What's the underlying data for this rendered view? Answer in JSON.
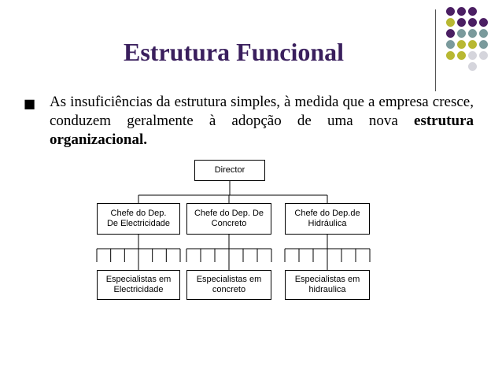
{
  "slide": {
    "title": "Estrutura Funcional",
    "paragraph_plain": "As insuficiências da estrutura simples, à medida que a empresa cresce, conduzem geralmente à adopção de uma nova ",
    "paragraph_bold": "estrutura organizacional."
  },
  "org_chart": {
    "director": "Director",
    "departments": [
      {
        "head_line1": "Chefe do Dep.",
        "head_line2": "De Electricidade",
        "specialists_line1": "Especialistas em",
        "specialists_line2": "Electricidade"
      },
      {
        "head_line1": "Chefe do Dep. De",
        "head_line2": "Concreto",
        "specialists_line1": "Especialistas em",
        "specialists_line2": "concreto"
      },
      {
        "head_line1": "Chefe do Dep.de",
        "head_line2": "Hidráulica",
        "specialists_line1": "Especialistas em",
        "specialists_line2": "hidraulica"
      }
    ]
  },
  "decoration": {
    "colors": {
      "purple": "#4b1f63",
      "teal": "#7a9a9c",
      "olive": "#b8b832",
      "grey": "#d5d5dc",
      "title": "#3a1f5d"
    },
    "dot_grid": [
      [
        "purple",
        "purple",
        "purple",
        ""
      ],
      [
        "olive",
        "purple",
        "purple",
        "purple"
      ],
      [
        "purple",
        "teal",
        "teal",
        "teal"
      ],
      [
        "teal",
        "olive",
        "olive",
        "teal"
      ],
      [
        "olive",
        "olive",
        "grey",
        "grey"
      ],
      [
        "",
        "",
        "grey",
        ""
      ]
    ]
  }
}
